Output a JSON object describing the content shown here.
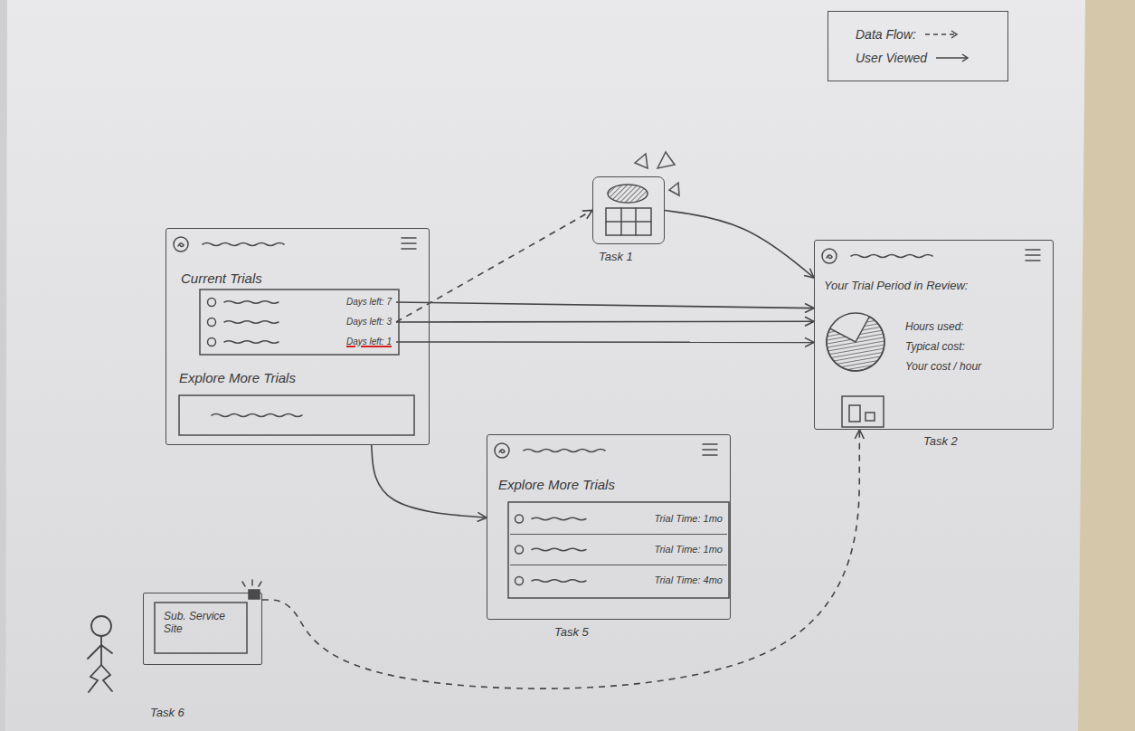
{
  "diagram": {
    "nodes": [
      {
        "text": [
          "Current Trials",
          "Explore More Trials"
        ]
      },
      {
        "text": [
          "Days left: 7"
        ],
        "in": 0
      },
      {
        "text": [
          "Days left: 3"
        ],
        "in": 0
      },
      {
        "text": [
          "Days left: 1"
        ],
        "in": 0
      },
      {
        "text": [
          "Task 1"
        ]
      },
      {
        "text": [
          "Your Trial Period in Review:",
          "Hours used:",
          "Typical cost:",
          "Your cost / hour",
          "Task 2"
        ]
      },
      {
        "text": [
          "Explore More Trials",
          "Task 5"
        ]
      },
      {
        "text": [
          "Trial Time: 1mo"
        ],
        "in": 6
      },
      {
        "text": [
          "Trial Time: 1mo"
        ],
        "in": 6
      },
      {
        "text": [
          "Trial Time: 4mo"
        ],
        "in": 6
      },
      {
        "text": [
          "Sub. Service Site",
          "Task 6"
        ]
      }
    ],
    "edges": [
      {
        "from": 1,
        "to": 5,
        "arrow": "to"
      },
      {
        "from": 2,
        "to": 5,
        "arrow": "to"
      },
      {
        "from": 3,
        "to": 5,
        "arrow": "to"
      },
      {
        "from": 2,
        "to": 4,
        "arrow": "to"
      },
      {
        "from": 4,
        "to": 5,
        "arrow": "to"
      },
      {
        "from": 0,
        "to": 6,
        "arrow": "to"
      },
      {
        "from": 10,
        "to": 5,
        "arrow": "to"
      }
    ],
    "legend": [
      {
        "text": "Data Flow:"
      },
      {
        "text": "User Viewed"
      }
    ]
  }
}
